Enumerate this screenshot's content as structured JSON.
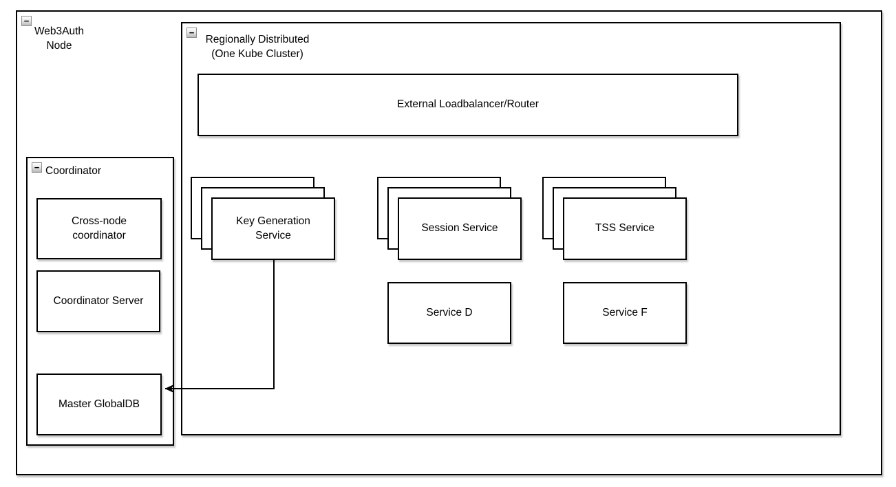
{
  "canvas": {
    "background_color": "#ffffff",
    "stroke_color": "#000000",
    "fill_color": "#ffffff",
    "shadow_color": "#d9d9d9"
  },
  "icons": {
    "collapse_glyph": "−"
  },
  "groups": {
    "web3auth_node": {
      "label": "Web3Auth\nNode"
    },
    "regionally_distributed": {
      "label": "Regionally Distributed\n(One Kube Cluster)"
    },
    "coordinator": {
      "label": "Coordinator"
    }
  },
  "nodes": {
    "external_loadbalancer": {
      "label": "External Loadbalancer/Router"
    },
    "key_generation_service": {
      "label": "Key Generation\nService",
      "replicas_shown": 3
    },
    "session_service": {
      "label": "Session Service",
      "replicas_shown": 3
    },
    "tss_service": {
      "label": "TSS Service",
      "replicas_shown": 3
    },
    "service_d": {
      "label": "Service D"
    },
    "service_f": {
      "label": "Service F"
    },
    "cross_node_coordinator": {
      "label": "Cross-node\ncoordinator"
    },
    "coordinator_server": {
      "label": "Coordinator Server"
    },
    "master_globaldb": {
      "label": "Master GlobalDB"
    }
  },
  "edges": [
    {
      "id": "keygen-to-masterdb",
      "from": "Key Generation Service",
      "to": "Master GlobalDB",
      "style": "orthogonal",
      "arrow": "target"
    }
  ]
}
